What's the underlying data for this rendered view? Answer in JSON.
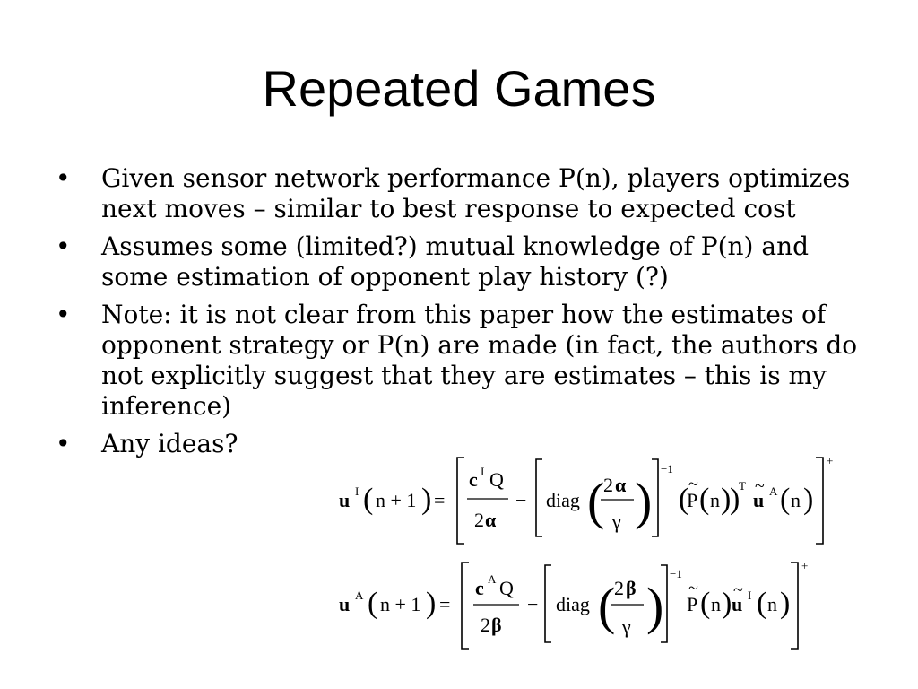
{
  "slide": {
    "title": "Repeated Games",
    "bullet_symbol": "•",
    "bullets": [
      "Given sensor network performance P(n), players optimizes next moves – similar to best response to expected cost",
      "Assumes some (limited?) mutual knowledge of P(n) and some estimation of opponent play history (?)",
      "Note: it is not clear from this paper how the estimates of opponent strategy or P(n) are made (in fact, the authors do not explicitly suggest that they are estimates – this is my inference)",
      "Any ideas?"
    ]
  },
  "equations": {
    "eq1": {
      "lhs_var": "u",
      "lhs_sup": "I",
      "lhs_arg": "n + 1",
      "equals": "=",
      "frac1_num_var": "c",
      "frac1_num_sup": "I",
      "frac1_num_rest": "Q",
      "frac1_den_coef": "2",
      "frac1_den_sym": "α",
      "minus": "−",
      "diag": "diag",
      "frac2_num_coef": "2",
      "frac2_num_sym": "α",
      "frac2_den": "γ",
      "inv_exp": "−1",
      "p_tilde": "~",
      "p_letter": "P",
      "p_arg": "n",
      "transpose": "T",
      "u_tilde": "~",
      "u_letter": "u",
      "u_sup": "A",
      "u_arg": "n",
      "plus_sup": "+"
    },
    "eq2": {
      "lhs_var": "u",
      "lhs_sup": "A",
      "lhs_arg": "n + 1",
      "equals": "=",
      "frac1_num_var": "c",
      "frac1_num_sup": "A",
      "frac1_num_rest": "Q",
      "frac1_den_coef": "2",
      "frac1_den_sym": "β",
      "minus": "−",
      "diag": "diag",
      "frac2_num_coef": "2",
      "frac2_num_sym": "β",
      "frac2_den": "γ",
      "inv_exp": "−1",
      "p_tilde": "~",
      "p_letter": "P",
      "p_arg": "n",
      "u_tilde": "~",
      "u_letter": "u",
      "u_sup": "I",
      "u_arg": "n",
      "plus_sup": "+"
    }
  }
}
